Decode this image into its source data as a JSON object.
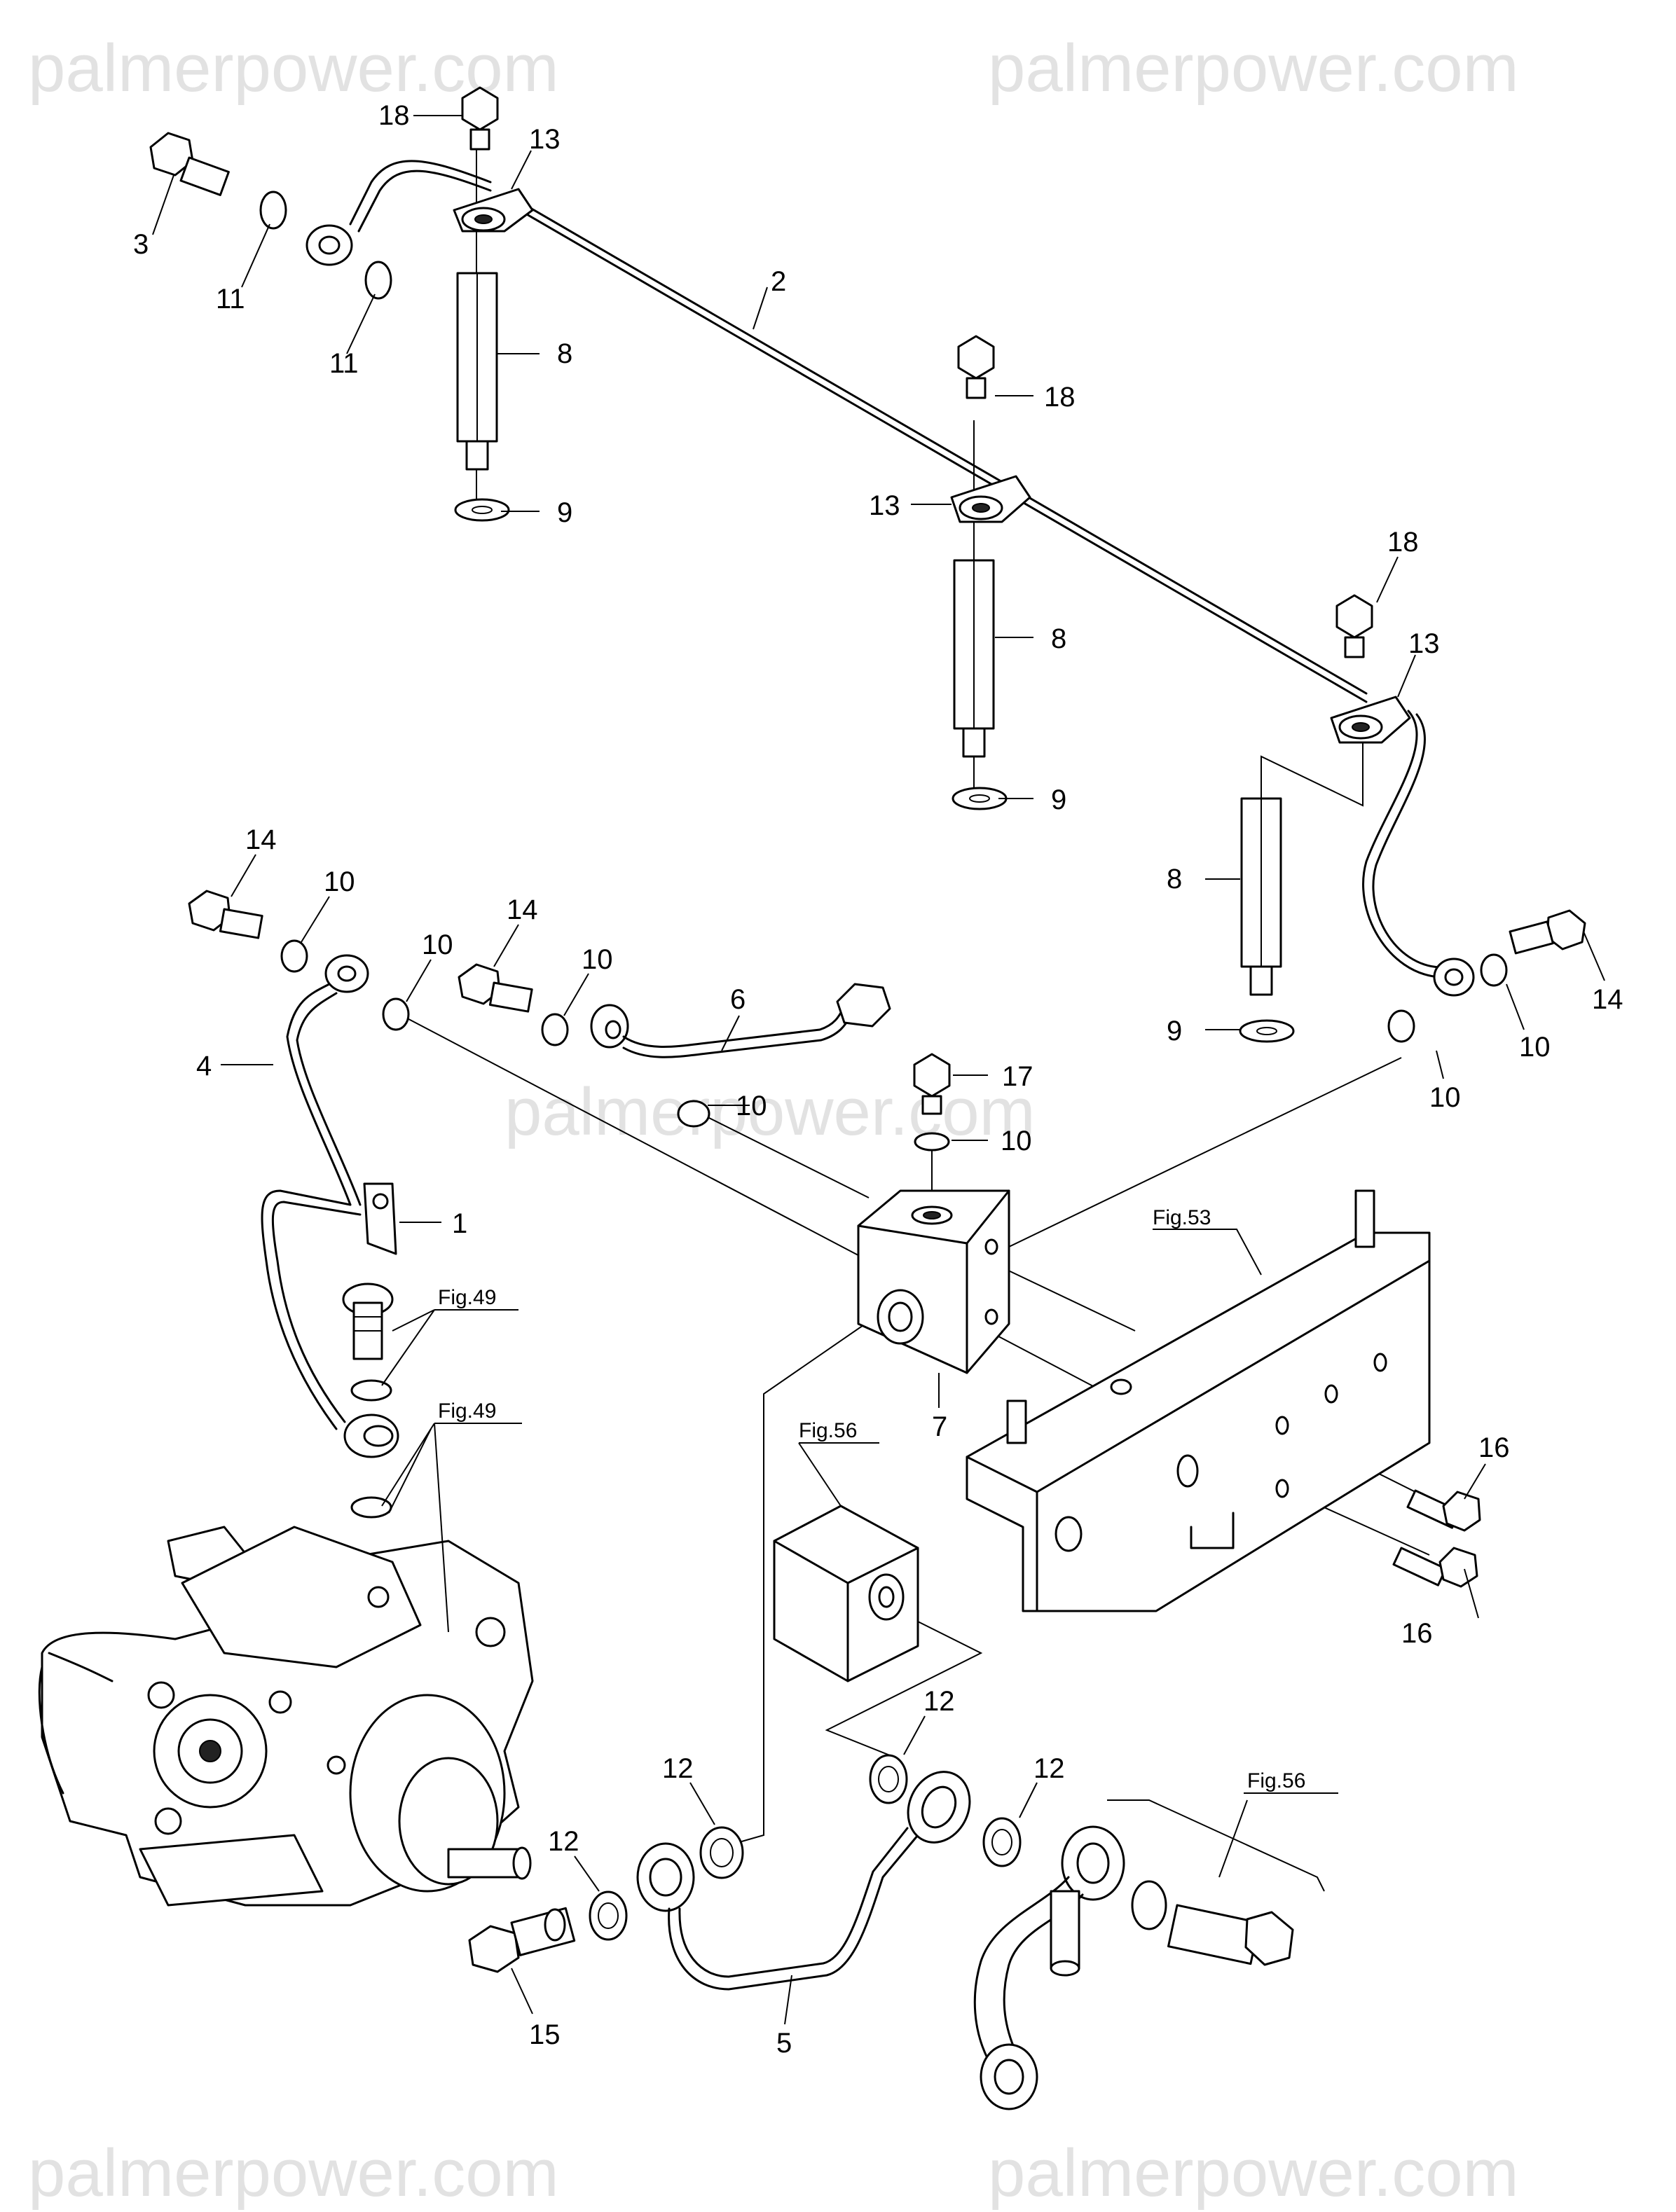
{
  "watermark": "palmerpower.com",
  "callouts": {
    "c1": "1",
    "c2": "2",
    "c3": "3",
    "c4": "4",
    "c5": "5",
    "c6": "6",
    "c7": "7",
    "c8a": "8",
    "c8b": "8",
    "c8c": "8",
    "c9a": "9",
    "c9b": "9",
    "c9c": "9",
    "c10a": "10",
    "c10b": "10",
    "c10c": "10",
    "c10d": "10",
    "c10e": "10",
    "c10f": "10",
    "c10g": "10",
    "c11a": "11",
    "c11b": "11",
    "c12a": "12",
    "c12b": "12",
    "c12c": "12",
    "c12d": "12",
    "c13a": "13",
    "c13b": "13",
    "c13c": "13",
    "c14a": "14",
    "c14b": "14",
    "c14c": "14",
    "c15": "15",
    "c16a": "16",
    "c16b": "16",
    "c17": "17",
    "c18a": "18",
    "c18b": "18",
    "c18c": "18"
  },
  "figure_refs": {
    "fig53": "Fig.53",
    "fig49a": "Fig.49",
    "fig49b": "Fig.49",
    "fig56a": "Fig.56",
    "fig56b": "Fig.56"
  }
}
